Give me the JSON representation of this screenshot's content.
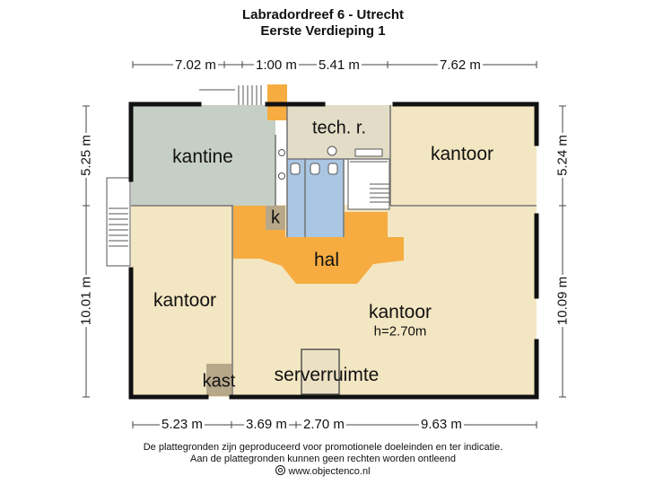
{
  "title": {
    "line1": "Labradordreef 6 - Utrecht",
    "line2": "Eerste Verdieping 1"
  },
  "dimensions": {
    "top": [
      "7.02 m",
      "1:00 m",
      "5.41 m",
      "7.62 m"
    ],
    "bottom": [
      "5.23 m",
      "3.69 m",
      "2.70 m",
      "9.63 m"
    ],
    "left": [
      "5.25 m",
      "10.01 m"
    ],
    "right": [
      "5.24 m",
      "10.09 m"
    ]
  },
  "rooms": {
    "kantine": "kantine",
    "tech": "tech. r.",
    "kantoor_ne": "kantoor",
    "k": "k",
    "hal": "hal",
    "kantoor_w": "kantoor",
    "kantoor_main": "kantoor",
    "height": "h=2.70m",
    "kast": "kast",
    "serverruimte": "serverruimte"
  },
  "colors": {
    "kantoor": "#f3e6c2",
    "kantine": "#c6cfc6",
    "tech": "#e3dcc7",
    "hal": "#f6ac40",
    "sanitair": "#a9c6e2",
    "storage": "#b8a88a",
    "wall": "#111111"
  },
  "footer": {
    "line1": "De plattegronden zijn geproduceerd voor promotionele doeleinden en ter indicatie.",
    "line2": "Aan de plattegronden kunnen geen rechten worden ontleend",
    "line3": "www.objectenco.nl"
  }
}
